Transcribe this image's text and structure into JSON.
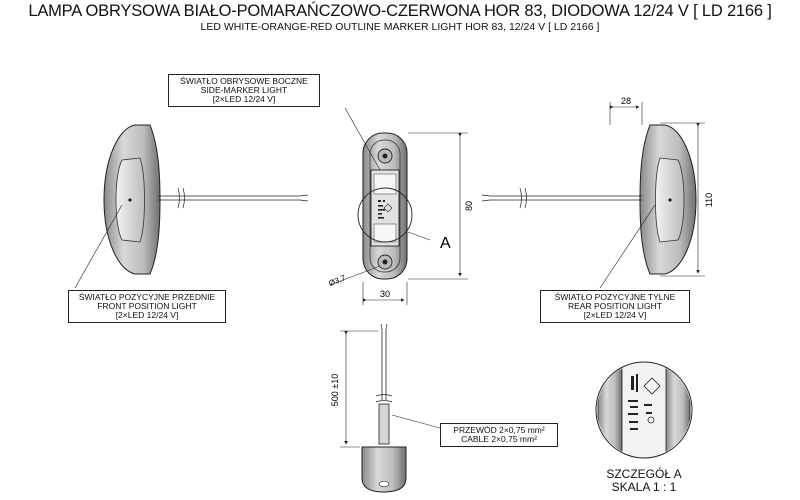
{
  "header": {
    "title": "LAMPA OBRYSOWA BIAŁO-POMARAŃCZOWO-CZERWONA HOR 83, DIODOWA 12/24 V [ LD 2166 ]",
    "subtitle": "LED WHITE-ORANGE-RED OUTLINE MARKER LIGHT HOR 83, 12/24 V [ LD 2166 ]"
  },
  "callouts": {
    "side_marker": {
      "line1": "ŚWIATŁO OBRYSOWE BOCZNE",
      "line2": "SIDE-MARKER LIGHT",
      "line3": "[2×LED 12/24 V]"
    },
    "front_position": {
      "line1": "ŚWIATŁO POZYCYJNE PRZEDNIE",
      "line2": "FRONT POSITION LIGHT",
      "line3": "[2×LED 12/24 V]"
    },
    "rear_position": {
      "line1": "ŚWIATŁO POZYCYJNE TYLNE",
      "line2": "REAR POSITION LIGHT",
      "line3": "[2×LED 12/24 V]"
    },
    "cable": {
      "line1": "PRZEWÓD 2×0,75 mm²",
      "line2": "CABLE 2×0,75 mm²"
    }
  },
  "dimensions": {
    "width_rear": "28",
    "height_rear": "110",
    "height_front": "80",
    "width_front": "30",
    "hole": "Ø3,7",
    "cable_length": "500 ±10"
  },
  "detail": {
    "marker": "A",
    "caption_line1": "SZCZEGÓŁ A",
    "caption_line2": "SKALA 1 : 1"
  },
  "colors": {
    "line": "#222222",
    "body_fill": "#cfcfcf",
    "lens_fill": "#e6e6e6"
  }
}
